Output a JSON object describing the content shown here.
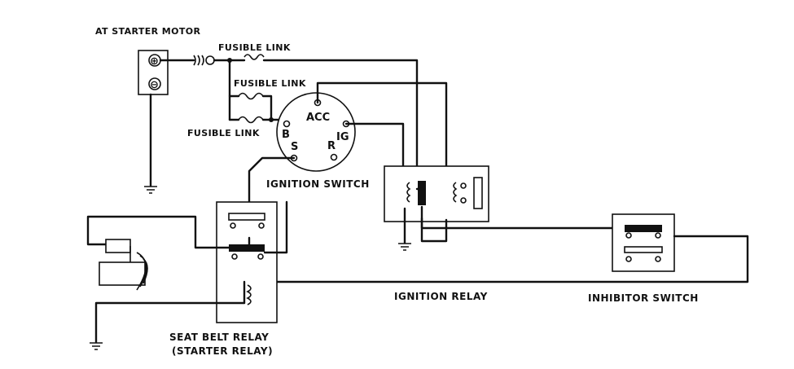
{
  "labels": {
    "starter_motor": "AT STARTER MOTOR",
    "fusible_link_1": "FUSIBLE LINK",
    "fusible_link_2": "FUSIBLE LINK",
    "fusible_link_3": "FUSIBLE LINK",
    "ignition_switch": "IGNITION SWITCH",
    "ignition_relay": "IGNITION RELAY",
    "inhibitor_switch": "INHIBITOR SWITCH",
    "seat_belt_relay": "SEAT BELT RELAY",
    "starter_relay": "(STARTER RELAY)"
  },
  "battery": {
    "positive": "⊕",
    "negative": "⊖"
  },
  "ignition_terminals": {
    "acc": "ACC",
    "b": "B",
    "s": "S",
    "ig": "IG",
    "r": "R"
  },
  "colors": {
    "ink": "#111111",
    "background": "#ffffff"
  }
}
